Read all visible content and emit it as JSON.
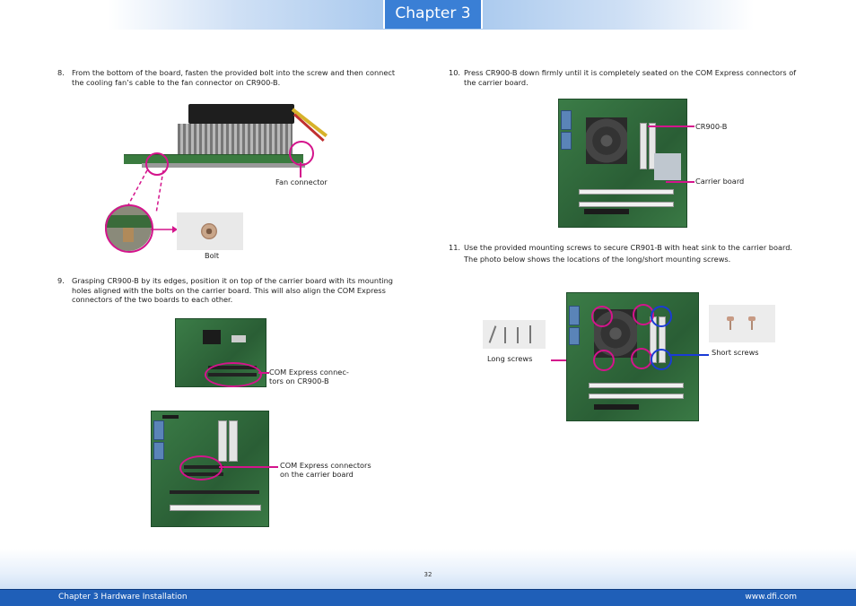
{
  "header": {
    "chapter": "Chapter 3"
  },
  "steps": {
    "s8": {
      "num": "8.",
      "text": "From the bottom of the board, fasten the provided bolt into the screw and then connect the cooling fan’s cable to the fan connector on CR900-B."
    },
    "s9": {
      "num": "9.",
      "text": "Grasping CR900-B by its edges, position it on top of the carrier board with its mounting holes aligned with the bolts on the carrier board. This will also align the COM Express connectors of the two boards to each other."
    },
    "s10": {
      "num": "10.",
      "text": "Press CR900-B down firmly until it is completely seated on the COM Express connectors of the carrier board."
    },
    "s11": {
      "num": "11.",
      "text1": "Use the provided mounting screws to secure CR901-B with heat sink to the carrier board.",
      "text2": "The photo below shows the locations of the long/short mounting screws."
    }
  },
  "labels": {
    "fan_connector": "Fan connector",
    "bolt": "Bolt",
    "com_cr900_l1": "COM Express connec-",
    "com_cr900_l2": "tors on CR900-B",
    "com_carrier_l1": "COM Express connectors",
    "com_carrier_l2": "on the carrier board",
    "cr900b": "CR900-B",
    "carrier_board": "Carrier board",
    "long_screws": "Long screws",
    "short_screws": "Short screws"
  },
  "footer": {
    "left": "Chapter 3 Hardware Installation",
    "right": "www.dfi.com",
    "page": "32"
  },
  "colors": {
    "accent": "#3a7fd5",
    "callout_magenta": "#d4148c",
    "callout_blue": "#1a3bd6",
    "footer_bar": "#1f5fb8"
  }
}
